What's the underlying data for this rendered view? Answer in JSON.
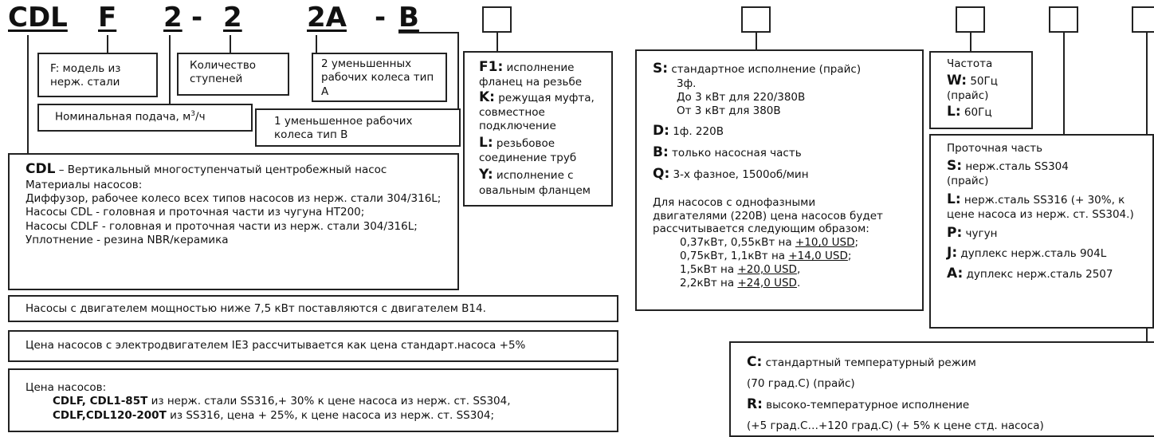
{
  "header": {
    "series": "CDL",
    "material": "F",
    "flow": "2",
    "sep1": "-",
    "stages": "2",
    "impA": "2A",
    "sep2": "-",
    "impB": "B"
  },
  "material_box": "F: модель из нерж. стали",
  "stages_box": "Количество ступеней",
  "impA_box": "2 уменьшенных рабочих колеса тип А",
  "flow_box_text": "Номинальная подача, м",
  "flow_box_sup": "3",
  "flow_box_unit": "/ч",
  "impB_box": "1 уменьшенное рабочих колеса тип В",
  "cdl_desc": {
    "title": "CDL",
    "title_rest": " – Вертикальный многоступенчатый центробежный насос",
    "lines": [
      "Материалы насосов:",
      "Диффузор, рабочее колесо всех типов насосов из нерж. стали 304/316L;",
      "Насосы CDL - головная и проточная части из чугуна НТ200;",
      "Насосы CDLF - головная и проточная части из нерж. стали 304/316L;",
      "Уплотнение - резина NBR/керамика"
    ]
  },
  "b14_note": "Насосы с двигателем мощностью ниже 7,5 кВт поставляются с двигателем В14.",
  "ie3_note": "Цена насосов с электродвигателем IE3 рассчитывается как цена  стандарт.насоса +5%",
  "price_box": {
    "title": "Цена насосов:",
    "l1_bold": "CDLF, CDL1-85T",
    "l1_rest": " из нерж. стали SS316,+ 30% к цене насоса из нерж. ст. SS304,",
    "l2_bold": "CDLF,CDL120-200T",
    "l2_rest": " из SS316, цена + 25%, к цене насоса из нерж. ст. SS304;"
  },
  "flange_box": {
    "f1_code": "F1:",
    "f1_text": " исполнение фланец на резьбе",
    "k_code": "K:",
    "k_text": " режущая муфта, совместное подключение",
    "l_code": "L:",
    "l_text": " резьбовое соединение труб",
    "y_code": "Y:",
    "y_text": " исполнение с овальным фланцем"
  },
  "motor_box": {
    "s_code": "S:",
    "s_text": " стандартное исполнение (прайс)",
    "s_l1": "3ф.",
    "s_l2": "До 3 кВт для 220/380В",
    "s_l3": "От 3 кВт для 380В",
    "d_code": "D:",
    "d_text": " 1ф. 220В",
    "b_code": "B:",
    "b_text": " только насосная часть",
    "q_code": "Q:",
    "q_text": " 3-х фазное, 1500об/мин",
    "note": "Для насосов с однофазными двигателями (220В) цена насосов будет рассчитывается следующим образом:",
    "p1a": "0,37кВт, 0,55кВт на ",
    "p1b": "+10,0 USD",
    "p1c": ";",
    "p2a": "0,75кВт, 1,1кВт на ",
    "p2b": "+14,0 USD",
    "p2c": ";",
    "p3a": "1,5кВт на ",
    "p3b": "+20,0 USD",
    "p3c": ",",
    "p4a": "2,2кВт на ",
    "p4b": "+24,0 USD",
    "p4c": "."
  },
  "freq_box": {
    "title": "Частота",
    "w_code": "W:",
    "w_text": " 50Гц",
    "w_note": "(прайс)",
    "l_code": "L:",
    "l_text": " 60Гц"
  },
  "flowpart_box": {
    "title": "Проточная часть",
    "s_code": "S:",
    "s_text": " нерж.сталь SS304",
    "s_note": "(прайс)",
    "l_code": "L:",
    "l_text": " нерж.сталь SS316 (+ 30%, к цене насоса из нерж. ст. SS304.)",
    "p_code": "P:",
    "p_text": " чугун",
    "j_code": "J:",
    "j_text": " дуплекс нерж.сталь 904L",
    "a_code": "A:",
    "a_text": " дуплекс нерж.сталь 2507"
  },
  "temp_box": {
    "c_code": "C:",
    "c_text": " стандартный температурный режим",
    "c_note": "(70 град.С) (прайс)",
    "r_code": "R:",
    "r_text": " высоко-температурное исполнение",
    "r_note": "(+5 град.С…+120 град.С) (+ 5% к цене стд. насоса)"
  }
}
